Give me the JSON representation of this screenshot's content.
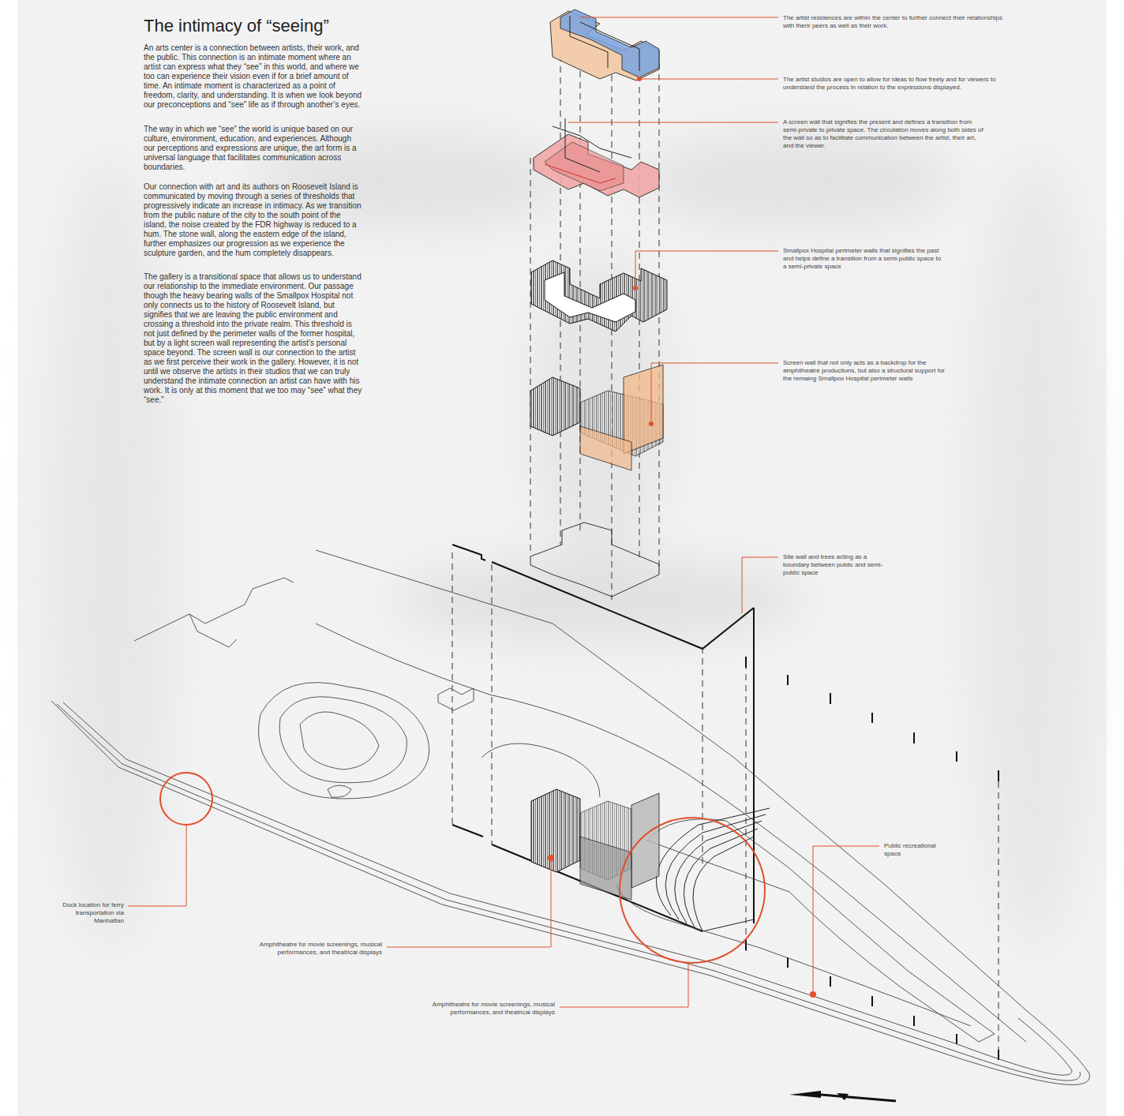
{
  "diagram": {
    "title": "The intimacy of “seeing”",
    "labels": [
      "An arts center is a connection between artists, their work, and the public. This connection is an intimate moment where an artist can express what they “see” in this world, and where we too can experience their vision even if for a brief amount of time. An intimate moment is characterized as a point of freedom, clarity, and understanding. It is when we look beyond our preconceptions and “see” life as if through another’s eyes.",
      "The way in which we “see” the world is unique based on our culture, environment, education, and experiences. Although our perceptions and expressions are unique, the art form is a universal language that facilitates communication across boundaries.",
      "Our connection with art and its authors on Roosevelt Island is communicated by moving through a series of thresholds that progressively indicate an increase in intimacy. As we transition from the public nature of the city to the south point of the island, the noise created by the FDR highway is reduced to a hum. The stone wall, along the eastern edge of the island, further emphasizes our progression as we experience the sculpture garden, and the hum completely disappears.",
      "The gallery is a transitional space that allows us to understand our relationship to the immediate environment. Our passage though the heavy bearing walls of the Smallpox Hospital not only connects us to the history of Roosevelt Island, but signifies that we are leaving the public environment and crossing a threshold into the private realm. This threshold is not just defined by the perimeter walls of the former hospital, but by a light screen wall representing the artist’s personal space beyond. The screen wall is our connection to the artist as we first perceive their work in the gallery. However, it is not until we observe the artists in their studios that we can truly understand the intimate connection an artist can have with his work. It is only at this moment that we too may “see” what they “see.”",
      "The artist residences are within the center to further connect their relationships with therir peers as well as their work.",
      "The artist studios are open to allow for ideas to flow freely and for viewers to understand the process in relation to the expressions displayed.",
      "A screen wall that signifies the present and defines a transition from semi-private to private space. The circulation moves along both sides of the wall so as to facilitate communication between the artist, their art, and the viewer.",
      "Smallpox Hospital perimeter walls that signifies the past and helps define a transition from a semi-public space to a semi-private space",
      "Screen wall that not only acts as a backdrop for the amphitheatre productions, but also a structural support for the remaing Smallpox Hospital perimeter walls",
      "Site wall and trees acting as a boundary between public and semi-public space",
      "Public recreational space",
      "Dock location for ferry transportation via Manhattan",
      "Amphitheatre for movie screenings, musical performances, and theatrical displays",
      "Amphitheatre for movie screenings, musical performances, and theatrical displays"
    ]
  }
}
